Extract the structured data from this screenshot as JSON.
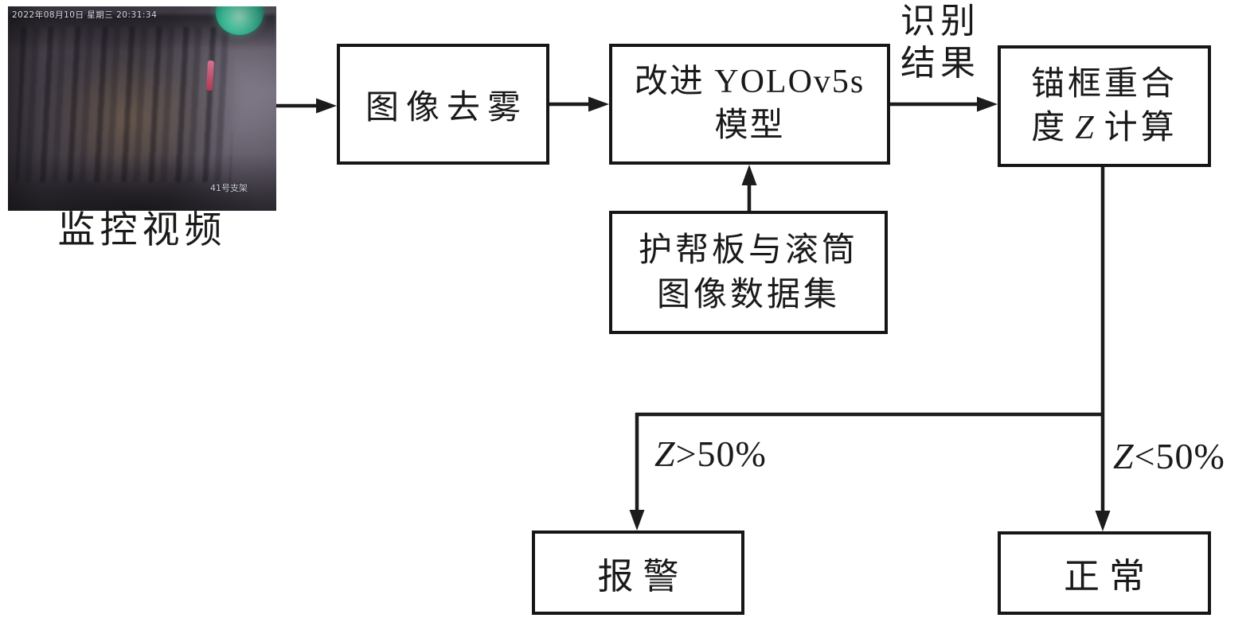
{
  "video": {
    "timestamp": "2022年08月10日 星期三 20:31:34",
    "support_label": "41号支架",
    "caption": "监控视频"
  },
  "nodes": {
    "defog": {
      "label": "图像去雾"
    },
    "yolo": {
      "line1": "改进 YOLOv5s",
      "line2": "模型"
    },
    "anchor": {
      "line1": "锚框重合",
      "line2_pre": "度",
      "line2_var": "Z",
      "line2_post": "计算"
    },
    "dataset": {
      "line1": "护帮板与滚筒",
      "line2": "图像数据集"
    },
    "alarm": {
      "label": "报警"
    },
    "normal": {
      "label": "正常"
    }
  },
  "edges": {
    "recognition": {
      "line1": "识别",
      "line2": "结果"
    },
    "z_gt": {
      "var": "Z",
      "rest": ">50%"
    },
    "z_lt": {
      "var": "Z",
      "rest": "<50%"
    }
  },
  "colors": {
    "line": "#1c1c1c",
    "box_border": "#161616",
    "text": "#1a1a1a",
    "background": "#ffffff",
    "video_green_light": "#3ecaa2",
    "video_pink_marker": "#b03a52"
  }
}
